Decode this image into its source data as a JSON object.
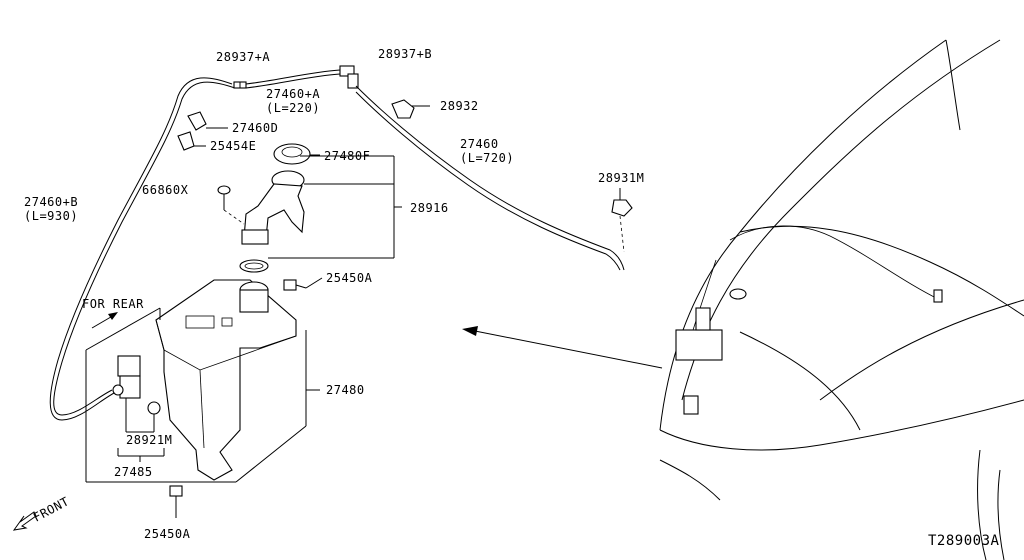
{
  "diagram_code": "T289003A",
  "labels": {
    "p28937a": "28937+A",
    "p28937b": "28937+B",
    "p27460a": "27460+A",
    "p27460a_len": "(L=220)",
    "p28932": "28932",
    "p27460d": "27460D",
    "p25454e": "25454E",
    "p27480f": "27480F",
    "p27460": "27460",
    "p27460_len": "(L=720)",
    "p28931m": "28931M",
    "p66860x": "66860X",
    "p28916": "28916",
    "p27460b": "27460+B",
    "p27460b_len": "(L=930)",
    "p25450a_top": "25450A",
    "for_rear": "FOR REAR",
    "p27480": "27480",
    "p28921m": "28921M",
    "p27485": "27485",
    "front": "FRONT",
    "p25450a_bottom": "25450A"
  }
}
